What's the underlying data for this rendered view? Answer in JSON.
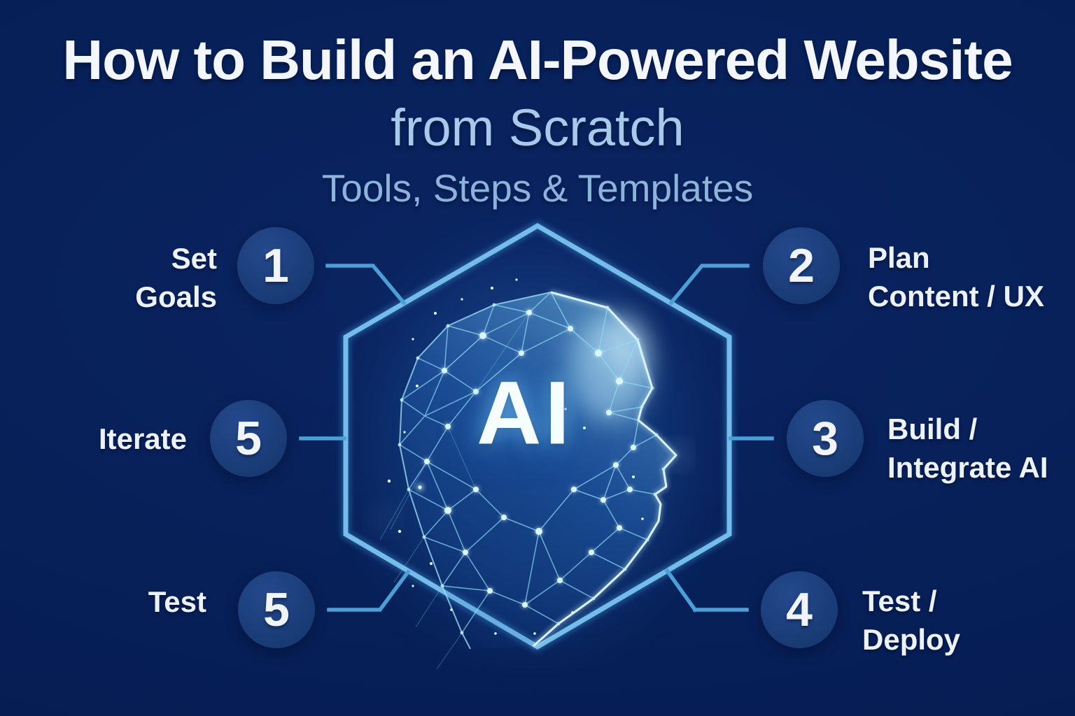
{
  "title": {
    "line1": "How to Build an AI-Powered Website",
    "line2": "from Scratch",
    "line3": "Tools, Steps & Templates"
  },
  "center": {
    "label": "AI"
  },
  "steps": [
    {
      "number": "1",
      "label_lines": [
        "Set",
        "Goals"
      ],
      "side": "left"
    },
    {
      "number": "2",
      "label_lines": [
        "Plan",
        "Content / UX"
      ],
      "side": "right"
    },
    {
      "number": "3",
      "label_lines": [
        "Build /",
        "Integrate AI"
      ],
      "side": "right"
    },
    {
      "number": "4",
      "label_lines": [
        "Test /",
        "Deploy"
      ],
      "side": "right"
    },
    {
      "number": "5",
      "label_lines": [
        "Iterate"
      ],
      "side": "left"
    },
    {
      "number": "5",
      "label_lines": [
        "Test"
      ],
      "side": "left"
    }
  ],
  "colors": {
    "background": "#07205a",
    "hexagon_stroke": "#74bce9",
    "connector_blue": "#4a9fd6",
    "circle_fill": "#1b3e7a",
    "title_white": "#f3f7fd",
    "subtitle_blue": "#a8c9ea",
    "tagline_blue": "#8cb3dc",
    "head_mesh_cyan": "#8edcf5"
  }
}
